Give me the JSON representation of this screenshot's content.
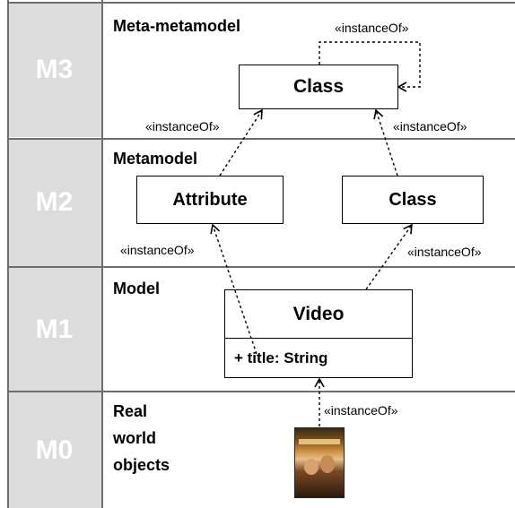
{
  "levels": [
    {
      "id": "M3",
      "title": "Meta-metamodel"
    },
    {
      "id": "M2",
      "title": "Metamodel"
    },
    {
      "id": "M1",
      "title": "Model"
    },
    {
      "id": "M0",
      "title_lines": [
        "Real",
        "world",
        "objects"
      ]
    }
  ],
  "nodes": {
    "m3_class": "Class",
    "m2_attribute": "Attribute",
    "m2_class": "Class",
    "m1_video": "Video",
    "m1_video_attr": "+ title: String"
  },
  "stereotype": "«instanceOf»",
  "colors": {
    "label_band": "#dcdcdc",
    "label_text": "#ffffff",
    "rules": "#6e6e6e"
  },
  "poster_icon": "casablanca-movie-poster"
}
